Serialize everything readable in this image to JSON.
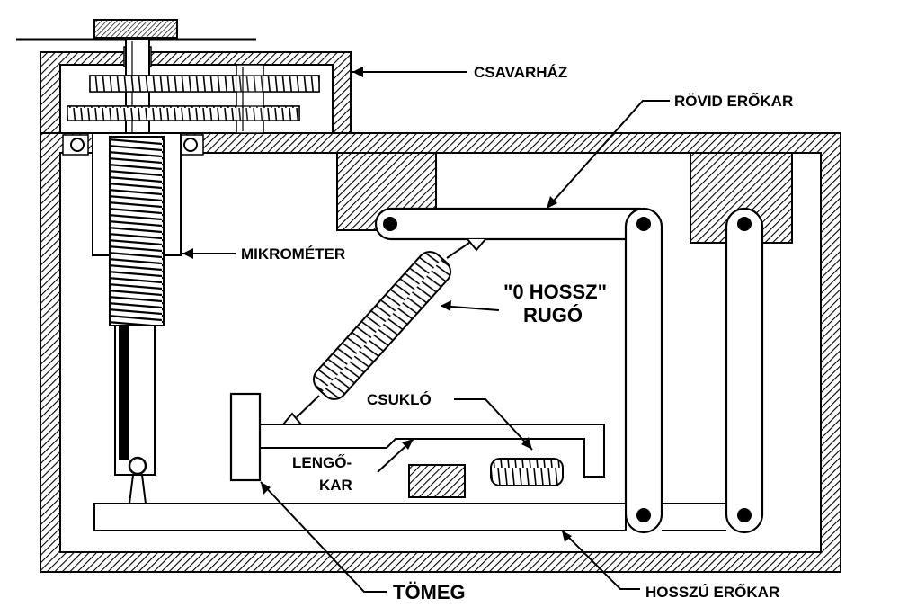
{
  "labels": {
    "csavarhaz": "CSAVARHÁZ",
    "rovid_erokar": "RÖVID ERŐKAR",
    "mikrometer": "MIKROMÉTER",
    "rugo_line1": "\"0 HOSSZ\"",
    "rugo_line2": "RUGÓ",
    "csuklo": "CSUKLÓ",
    "lengokar_line1": "LENGŐ-",
    "lengokar_line2": "KAR",
    "tomeg": "TÖMEG",
    "hosszu_erokar": "HOSSZÚ ERŐKAR"
  },
  "colors": {
    "line": "#000000",
    "hatch": "#000000",
    "background": "#ffffff"
  }
}
